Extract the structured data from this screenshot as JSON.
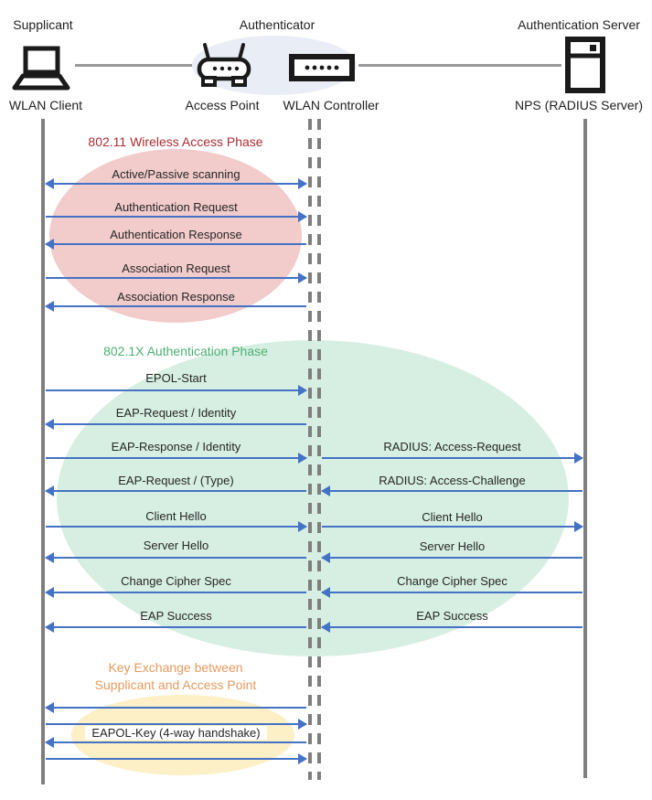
{
  "actors": {
    "supplicant": {
      "role": "Supplicant",
      "device": "WLAN Client"
    },
    "authenticator": {
      "role": "Authenticator",
      "device_ap": "Access Point",
      "device_wlc": "WLAN Controller"
    },
    "auth_server": {
      "role": "Authentication Server",
      "device": "NPS (RADIUS Server)"
    }
  },
  "phases": {
    "wireless_access": {
      "title": "802.11 Wireless Access Phase",
      "title_color": "#AE2B33",
      "fill": "#F2CBCB"
    },
    "authentication": {
      "title": "802.1X Authentication Phase",
      "title_color": "#4DB074",
      "fill": "#D7EFE2"
    },
    "key_exchange": {
      "title": "Key Exchange between\nSupplicant and Access Point",
      "title_color": "#E89A5F",
      "fill": "#FDEFC6"
    }
  },
  "colors": {
    "arrow": "#4472C4",
    "lifeline": "#7F7F7F",
    "authenticator_ellipse": "#E9EDF6"
  },
  "icons": [
    "laptop-icon",
    "access-point-icon",
    "wlan-controller-icon",
    "server-icon"
  ],
  "messages_client_to_authenticator": [
    {
      "label": "Active/Passive scanning",
      "direction": "both"
    },
    {
      "label": "Authentication Request",
      "direction": "right"
    },
    {
      "label": "Authentication Response",
      "direction": "left"
    },
    {
      "label": "Association Request",
      "direction": "right"
    },
    {
      "label": "Association Response",
      "direction": "left"
    },
    {
      "label": "EPOL-Start",
      "direction": "right"
    },
    {
      "label": "EAP-Request / Identity",
      "direction": "left"
    },
    {
      "label": "EAP-Response / Identity",
      "direction": "right"
    },
    {
      "label": "EAP-Request / (Type)",
      "direction": "left"
    },
    {
      "label": "Client Hello",
      "direction": "right"
    },
    {
      "label": "Server Hello",
      "direction": "left"
    },
    {
      "label": "Change Cipher Spec",
      "direction": "left"
    },
    {
      "label": "EAP Success",
      "direction": "left"
    },
    {
      "label": "",
      "direction": "left"
    },
    {
      "label": "",
      "direction": "right"
    },
    {
      "label": "EAPOL-Key (4-way handshake)",
      "direction": "left"
    },
    {
      "label": "",
      "direction": "right"
    }
  ],
  "messages_authenticator_to_server": [
    {
      "label": "RADIUS: Access-Request",
      "direction": "right"
    },
    {
      "label": "RADIUS: Access-Challenge",
      "direction": "left"
    },
    {
      "label": "Client Hello",
      "direction": "right"
    },
    {
      "label": "Server Hello",
      "direction": "left"
    },
    {
      "label": "Change Cipher Spec",
      "direction": "left"
    },
    {
      "label": "EAP Success",
      "direction": "left"
    }
  ]
}
